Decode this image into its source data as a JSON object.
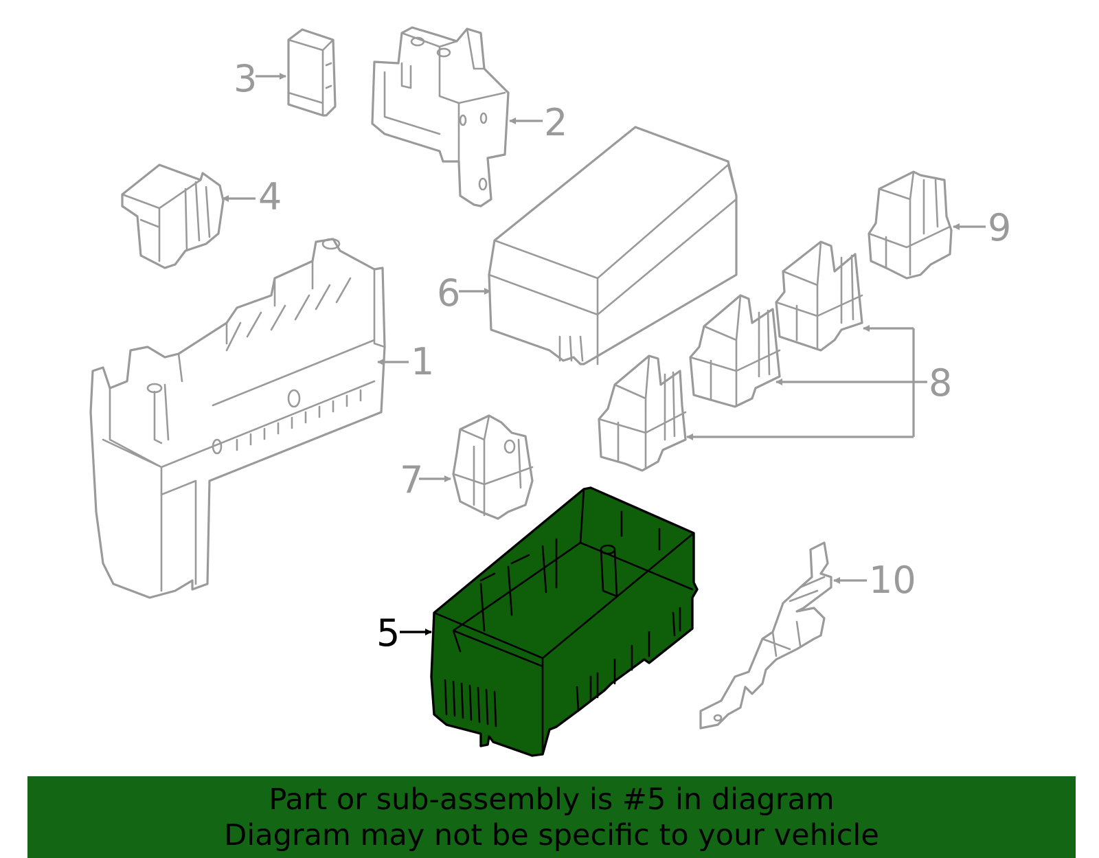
{
  "callouts": {
    "c1": "1",
    "c2": "2",
    "c3": "3",
    "c4": "4",
    "c5": "5",
    "c6": "6",
    "c7": "7",
    "c8": "8",
    "c9": "9",
    "c10": "10"
  },
  "highlighted_part": "5",
  "banner": {
    "line1": "Part or sub-assembly is #5 in diagram",
    "line2": "Diagram may not be specific to your vehicle"
  },
  "colors": {
    "highlight_fill": "#0f5e0a",
    "banner_background": "#136613",
    "line_art": "#9a9a9a"
  }
}
